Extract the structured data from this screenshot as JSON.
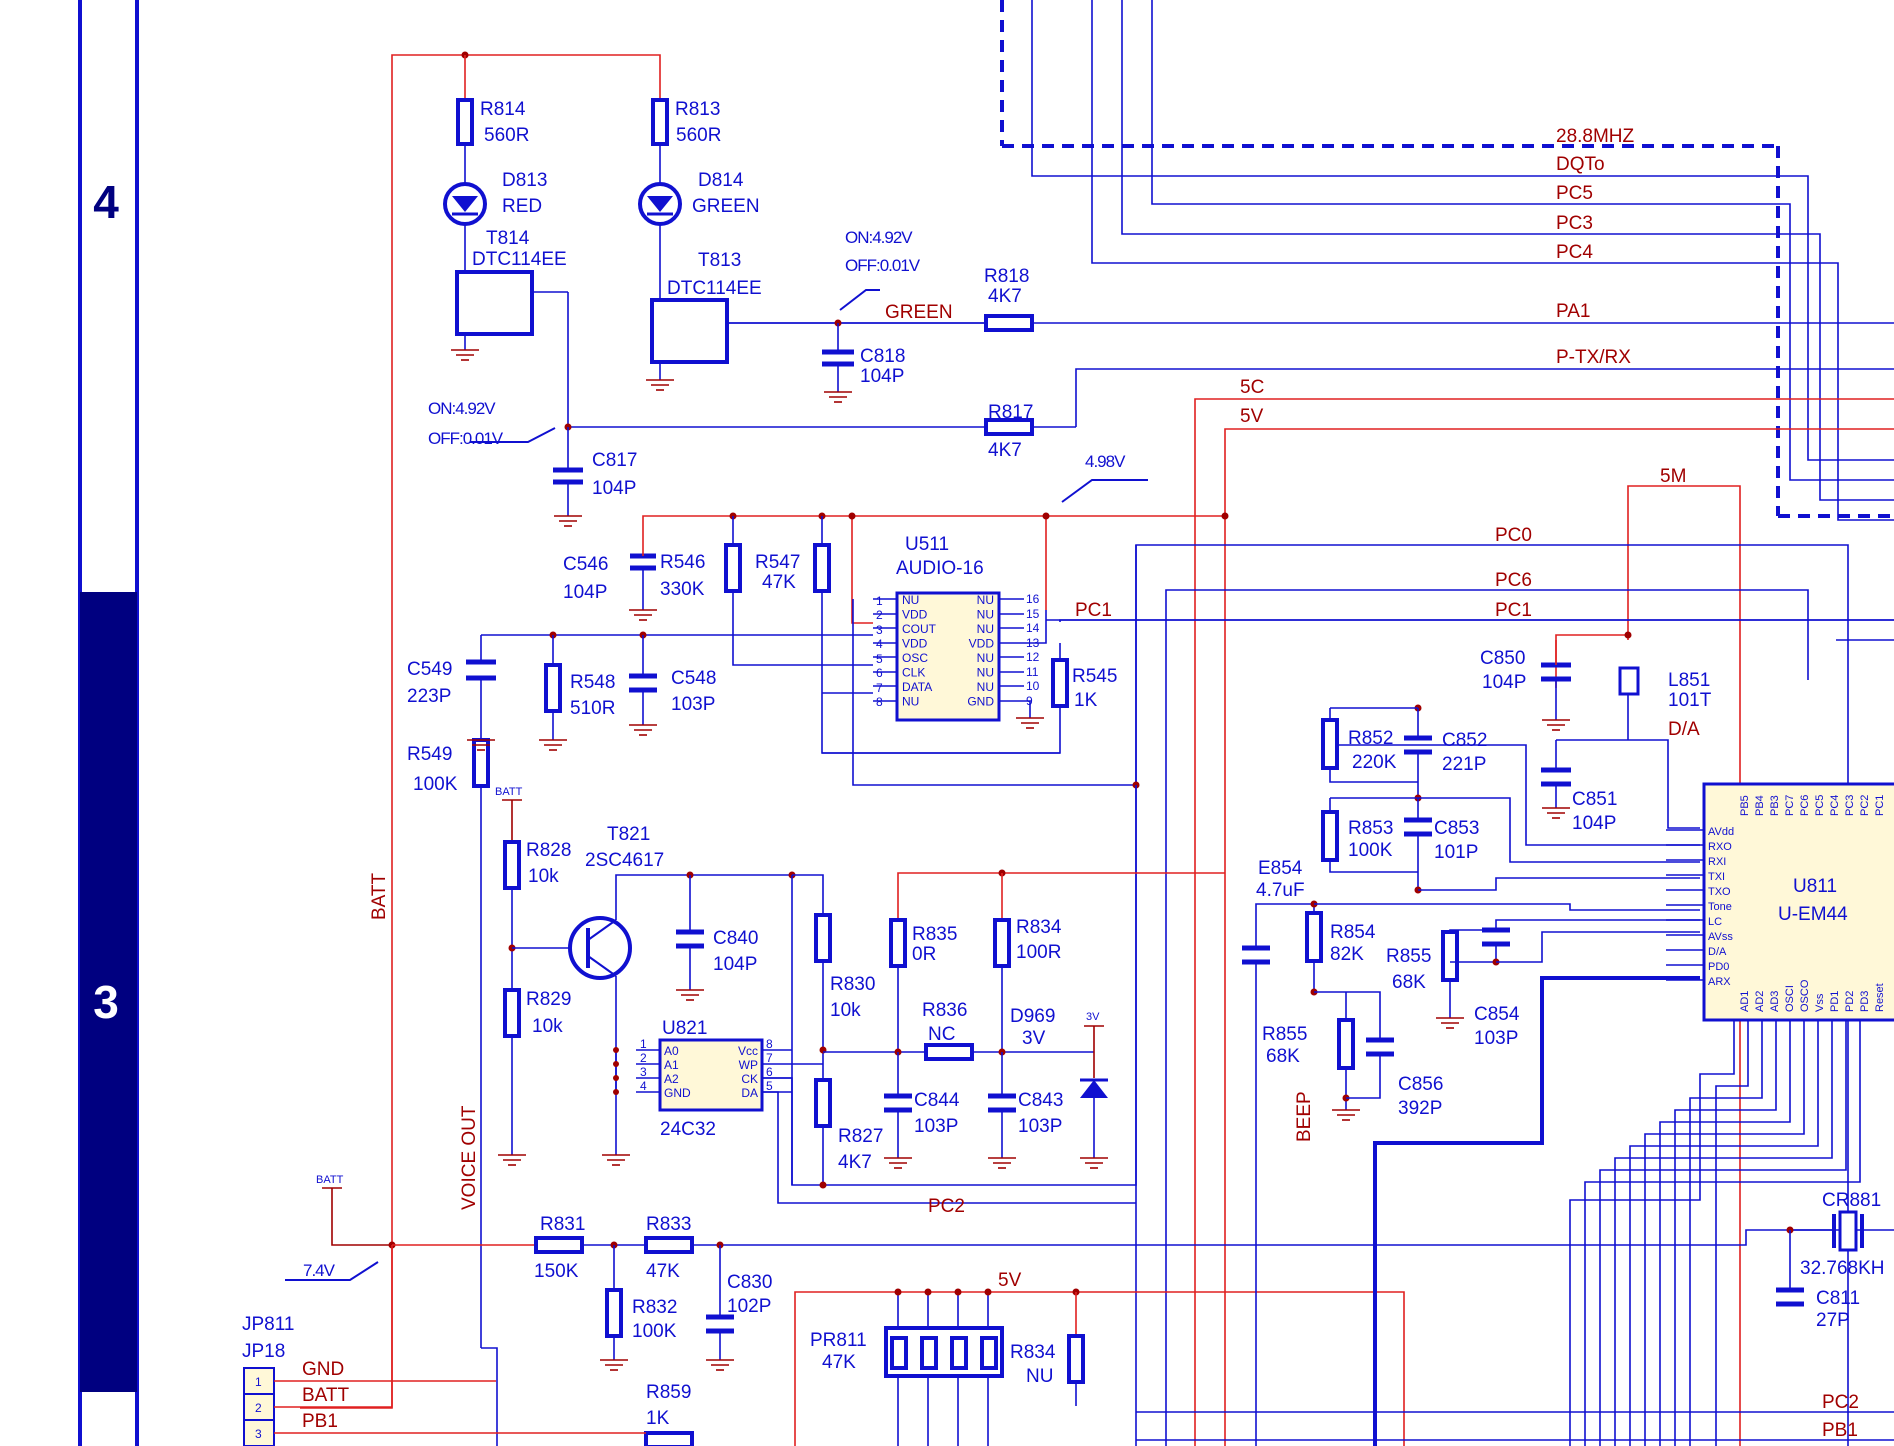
{
  "zones": {
    "upper": "4",
    "lower": "3"
  },
  "parts": {
    "r814": {
      "ref": "R814",
      "val": "560R"
    },
    "r813": {
      "ref": "R813",
      "val": "560R"
    },
    "d813": {
      "ref": "D813",
      "val": "RED"
    },
    "d814": {
      "ref": "D814",
      "val": "GREEN"
    },
    "t814": {
      "ref": "T814",
      "val": "DTC114EE"
    },
    "t813": {
      "ref": "T813",
      "val": "DTC114EE"
    },
    "c818": {
      "ref": "C818",
      "val": "104P"
    },
    "r818": {
      "ref": "R818",
      "val": "4K7"
    },
    "r817": {
      "ref": "R817",
      "val": "4K7"
    },
    "c817": {
      "ref": "C817",
      "val": "104P"
    },
    "c546": {
      "ref": "C546",
      "val": "104P"
    },
    "r546": {
      "ref": "R546",
      "val": "330K"
    },
    "r547": {
      "ref": "R547",
      "val": "47K"
    },
    "u511": {
      "ref": "U511",
      "val": "AUDIO-16"
    },
    "c549": {
      "ref": "C549",
      "val": "223P"
    },
    "r548": {
      "ref": "R548",
      "val": "510R"
    },
    "c548": {
      "ref": "C548",
      "val": "103P"
    },
    "r545": {
      "ref": "R545",
      "val": "1K"
    },
    "r549": {
      "ref": "R549",
      "val": "100K"
    },
    "r828": {
      "ref": "R828",
      "val": "10k"
    },
    "r829": {
      "ref": "R829",
      "val": "10k"
    },
    "t821": {
      "ref": "T821",
      "val": "2SC4617"
    },
    "c840": {
      "ref": "C840",
      "val": "104P"
    },
    "r830": {
      "ref": "R830",
      "val": "10k"
    },
    "r835": {
      "ref": "R835",
      "val": "0R"
    },
    "r834a": {
      "ref": "R834",
      "val": "100R"
    },
    "r836": {
      "ref": "R836",
      "val": "NC"
    },
    "d969": {
      "ref": "D969",
      "val": "3V"
    },
    "u821": {
      "ref": "U821",
      "val": "24C32"
    },
    "c844": {
      "ref": "C844",
      "val": "103P"
    },
    "c843": {
      "ref": "C843",
      "val": "103P"
    },
    "r827": {
      "ref": "R827",
      "val": "4K7"
    },
    "r831": {
      "ref": "R831",
      "val": "150K"
    },
    "r833": {
      "ref": "R833",
      "val": "47K"
    },
    "r832": {
      "ref": "R832",
      "val": "100K"
    },
    "c830": {
      "ref": "C830",
      "val": "102P"
    },
    "pr811": {
      "ref": "PR811",
      "val": "47K"
    },
    "r834b": {
      "ref": "R834",
      "val": "NU"
    },
    "r859": {
      "ref": "R859",
      "val": "1K"
    },
    "jp811": {
      "ref": "JP811",
      "val": "JP18"
    },
    "c850": {
      "ref": "C850",
      "val": "104P"
    },
    "l851": {
      "ref": "L851",
      "val": "101T"
    },
    "r852": {
      "ref": "R852",
      "val": "220K"
    },
    "c852": {
      "ref": "C852",
      "val": "221P"
    },
    "c851": {
      "ref": "C851",
      "val": "104P"
    },
    "r853": {
      "ref": "R853",
      "val": "100K"
    },
    "c853": {
      "ref": "C853",
      "val": "101P"
    },
    "e854": {
      "ref": "E854",
      "val": "4.7uF"
    },
    "r854": {
      "ref": "R854",
      "val": "82K"
    },
    "r855a": {
      "ref": "R855",
      "val": "68K"
    },
    "r855b": {
      "ref": "R855",
      "val": "68K"
    },
    "c854": {
      "ref": "C854",
      "val": "103P"
    },
    "c856": {
      "ref": "C856",
      "val": "392P"
    },
    "u811": {
      "ref": "U811",
      "val": "U-EM44"
    },
    "cr881": {
      "ref": "CR881",
      "val": "32.768KH"
    },
    "c811": {
      "ref": "C811",
      "val": "27P"
    }
  },
  "nets": {
    "n28": "28.8MHZ",
    "dqto": "DQTo",
    "pc5": "PC5",
    "pc3": "PC3",
    "pc4": "PC4",
    "green": "GREEN",
    "pa1": "PA1",
    "ptxrx": "P-TX/RX",
    "c5": "5C",
    "v5": "5V",
    "m5": "5M",
    "pc0": "PC0",
    "pc6": "PC6",
    "pc1a": "PC1",
    "pc1b": "PC1",
    "da": "D/A",
    "pc2a": "PC2",
    "pc2b": "PC2",
    "pb1a": "PB1",
    "pb1b": "PB1",
    "v5b": "5V",
    "batt": "BATT",
    "voice": "VOICE OUT",
    "beep": "BEEP",
    "battflag1": "BATT",
    "battflag2": "BATT",
    "v3flag": "3V"
  },
  "annotations": {
    "on1": "ON:4.92V",
    "off1": "OFF:0.01V",
    "on2": "ON:4.92V",
    "off2": "OFF:0.01V",
    "v498": "4.98V",
    "v74": "7.4V"
  },
  "u511_left": [
    "NU",
    "VDD",
    "COUT",
    "VDD",
    "OSC",
    "CLK",
    "DATA",
    "NU"
  ],
  "u511_right": [
    "NU",
    "NU",
    "NU",
    "VDD",
    "NU",
    "NU",
    "NU",
    "GND"
  ],
  "u821_left": [
    "A0",
    "A1",
    "A2",
    "GND"
  ],
  "u821_right": [
    "Vcc",
    "WP",
    "CK",
    "DA"
  ],
  "u811_left": [
    "AVdd",
    "RXO",
    "RXI",
    "TXI",
    "TXO",
    "Tone",
    "LC",
    "AVss",
    "D/A",
    "PD0",
    "ARX"
  ],
  "u811_top": [
    "PB5",
    "PB4",
    "PB3",
    "PC7",
    "PC6",
    "PC5",
    "PC4",
    "PC3",
    "PC2",
    "PC1"
  ],
  "u811_bottom": [
    "AD1",
    "AD2",
    "AD3",
    "OSCI",
    "OSCO",
    "Vss",
    "PD1",
    "PD2",
    "PD3",
    "Reset"
  ],
  "jp811_pins": [
    {
      "num": "1",
      "net": "GND"
    },
    {
      "num": "2",
      "net": "BATT"
    },
    {
      "num": "3",
      "net": "PB1"
    }
  ]
}
